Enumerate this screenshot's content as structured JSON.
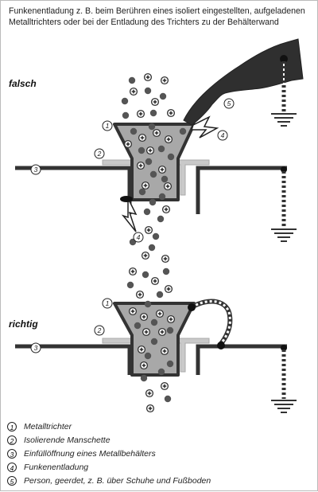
{
  "title": "Funkenentladung z. B. beim Berühren eines isoliert eingestellten, aufgeladenen Metalltrichters oder bei der Entladung des Trichters zu der Behälterwand",
  "scenes": {
    "wrong_label": "falsch",
    "right_label": "richtig"
  },
  "callouts": [
    "1",
    "2",
    "3",
    "4",
    "5"
  ],
  "legend": [
    {
      "num": "1",
      "text": "Metalltrichter"
    },
    {
      "num": "2",
      "text": "Isolierende Manschette"
    },
    {
      "num": "3",
      "text": "Einfüllöffnung eines Metallbehälters"
    },
    {
      "num": "4",
      "text": "Funkenentladung"
    },
    {
      "num": "5",
      "text": "Person, geerdet, z. B. über Schuhe und Fußboden"
    }
  ],
  "colors": {
    "metal": "#3a3a3a",
    "funnel_fill": "#a8a8a8",
    "insulator": "#c9c9c9",
    "charge": "#555555"
  }
}
